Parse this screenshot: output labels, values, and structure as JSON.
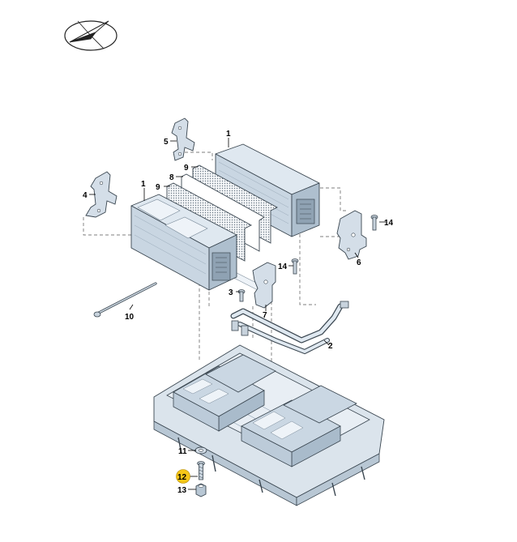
{
  "diagram": {
    "type": "exploded-parts-diagram",
    "highlight_color": "#f5c518",
    "icon": "compass-orientation-icon",
    "callouts": [
      {
        "id": "c1a",
        "label": "1"
      },
      {
        "id": "c1b",
        "label": "1"
      },
      {
        "id": "c2",
        "label": "2"
      },
      {
        "id": "c3",
        "label": "3"
      },
      {
        "id": "c4",
        "label": "4"
      },
      {
        "id": "c5",
        "label": "5"
      },
      {
        "id": "c6",
        "label": "6"
      },
      {
        "id": "c7",
        "label": "7"
      },
      {
        "id": "c8",
        "label": "8"
      },
      {
        "id": "c9a",
        "label": "9"
      },
      {
        "id": "c9b",
        "label": "9"
      },
      {
        "id": "c10",
        "label": "10"
      },
      {
        "id": "c11",
        "label": "11"
      },
      {
        "id": "c12",
        "label": "12",
        "highlighted": true
      },
      {
        "id": "c13",
        "label": "13"
      },
      {
        "id": "c14a",
        "label": "14"
      },
      {
        "id": "c14b",
        "label": "14"
      }
    ]
  }
}
